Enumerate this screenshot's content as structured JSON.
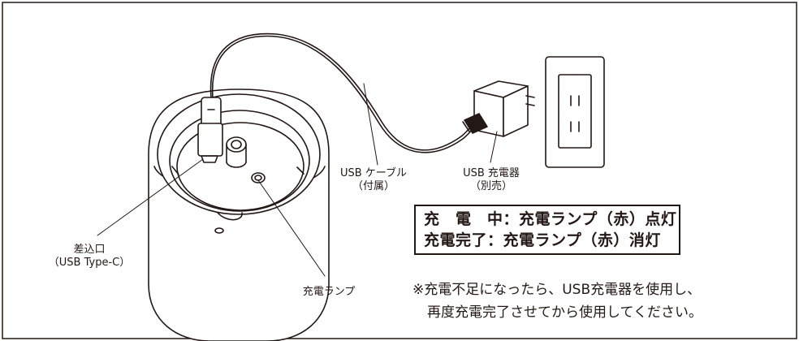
{
  "labels": {
    "cable_line1": "USB ケーブル",
    "cable_line2": "（付属）",
    "charger_line1": "USB 充電器",
    "charger_line2": "（別売）",
    "port_line1": "差込口",
    "port_line2": "（USB Type-C）",
    "lamp": "充電ランプ"
  },
  "status_box": {
    "line1": "充　電　中：充電ランプ（赤）点灯",
    "line2": "充電完了：充電ランプ（赤）消灯"
  },
  "note": {
    "line1": "※充電不足になったら、USB充電器を使用し、",
    "line2": "再度充電完了させてから使用してください。"
  }
}
